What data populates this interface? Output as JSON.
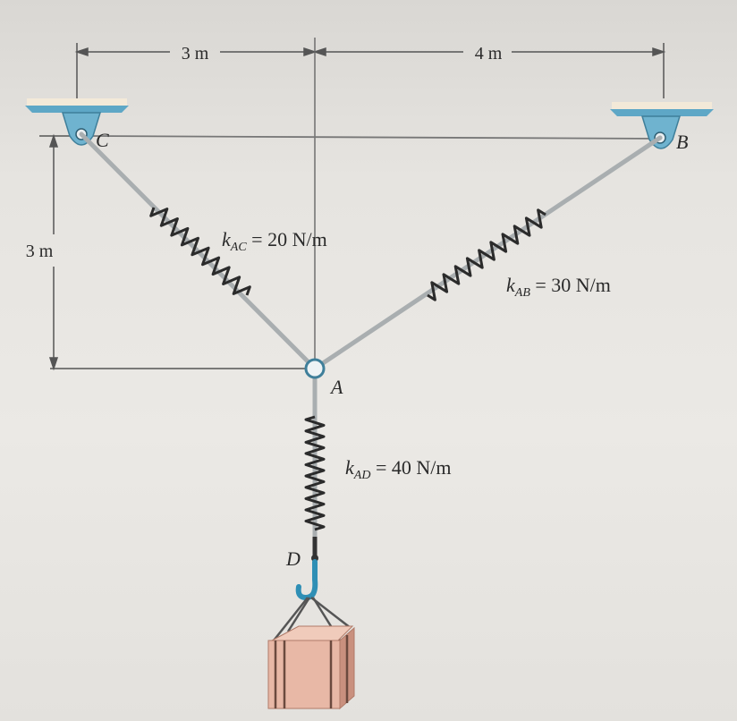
{
  "dimensions": {
    "top_left": "3 m",
    "top_right": "4 m",
    "left_vertical": "3 m"
  },
  "points": {
    "A": "A",
    "B": "B",
    "C": "C",
    "D": "D"
  },
  "springs": {
    "AC": {
      "k_symbol": "k",
      "k_sub": "AC",
      "rest": " = 20 N/m"
    },
    "AB": {
      "k_symbol": "k",
      "k_sub": "AB",
      "rest": " = 30 N/m"
    },
    "AD": {
      "k_symbol": "k",
      "k_sub": "AD",
      "rest": " = 40 N/m"
    }
  },
  "colors": {
    "support": "#6fb3cf",
    "support_dark": "#3f7f9a",
    "rod": "#a9aeb0",
    "coil": "#2b2b2b",
    "hook": "#2f8fb5",
    "box": "#e8b8a6",
    "box_side": "#c9907e",
    "lines": "#555555"
  }
}
